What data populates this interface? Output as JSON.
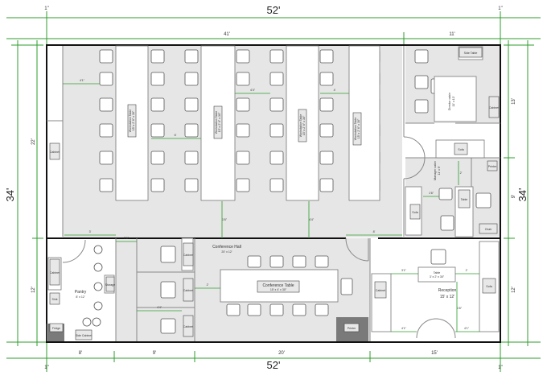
{
  "dimensions": {
    "top_total": "52'",
    "bottom_total": "52'",
    "corner_ticks": [
      "1\"",
      "1\"",
      "1\"",
      "1\""
    ],
    "left_total": "34'",
    "right_total": "34'",
    "top_segments": [
      "41'",
      "11'"
    ],
    "bottom_segments": [
      "8'",
      "9'",
      "20'",
      "15'"
    ],
    "left_segments": [
      "22'",
      "12'"
    ],
    "right_segments": [
      "13'",
      "9'",
      "12'"
    ],
    "inner_labels": [
      "4'1\"",
      "6'",
      "4'4\"",
      "4'",
      "3'",
      "2'6\"",
      "4'4\"",
      "2'",
      "1'6\"",
      "4'4\"",
      "3'1\"",
      "2'",
      "1'6\"",
      "4'1\"",
      "4'1\"",
      "1'6\"",
      "8'",
      "2'"
    ]
  },
  "rooms": {
    "conference_hall": {
      "name": "Conference Hall",
      "size": "20' x 12'"
    },
    "pantry": {
      "name": "Pantry",
      "size": "8' x 12'"
    },
    "reception": {
      "name": "Reception",
      "size": "15' x 12'"
    },
    "manager_cabin": {
      "name": "Manager cabin",
      "size": "11' x 9'"
    },
    "director_cabin": {
      "name": "Director cabin",
      "size": "11' x 13'"
    }
  },
  "tables": {
    "workstation_1": {
      "name": "Workstation Table",
      "size": "15' x 2' 6\" x 30\""
    },
    "workstation_2": {
      "name": "Workstation Table",
      "size": "15' x 2' 6\" x 30\""
    },
    "workstation_3": {
      "name": "Workstation Table",
      "size": "15' x 2' 6\" x 30\""
    },
    "workstation_4": {
      "name": "Workstation Table",
      "size": "15' x 2' 6\" x 30\""
    },
    "conference_table": {
      "name": "Conference Table",
      "size": "15' x 4' x 30\""
    },
    "reception_table": {
      "name": "Table",
      "size": "3' x 2' x 30\""
    }
  },
  "tags": [
    "Side Table",
    "Cabinet",
    "Cabinet",
    "Cabinet",
    "Cabinet",
    "Cabinet",
    "Sofa",
    "Sofa",
    "Sofa",
    "Table",
    "Chair",
    "Fridge",
    "Printer",
    "Printer",
    "Sink",
    "Side Cabinet",
    "Storage",
    "Cabinet",
    "Cabinet"
  ]
}
